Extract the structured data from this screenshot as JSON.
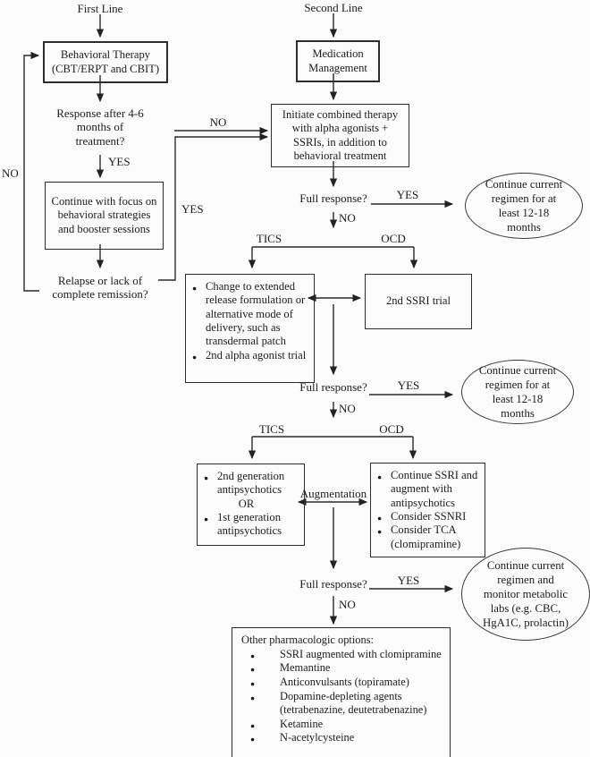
{
  "colors": {
    "ink": "#1c1c1c",
    "line": "#2a2a2a",
    "background": "#fcfcfc"
  },
  "labels": {
    "first_line": "First Line",
    "second_line": "Second Line",
    "no": "NO",
    "yes": "YES",
    "tics": "TICS",
    "ocd": "OCD",
    "augmentation": "Augmentation",
    "full_response": "Full response?"
  },
  "nodes": {
    "behavioral_therapy": "Behavioral Therapy (CBT/ERPT and CBIT)",
    "medication_management": "Medication Management",
    "response_question": "Response after 4-6 months of treatment?",
    "continue_behavioral": "Continue with focus on behavioral strategies and booster sessions",
    "relapse_question": "Relapse or lack of complete remission?",
    "initiate_combined": "Initiate combined therapy with alpha agonists + SSRIs, in addition to behavioral treatment",
    "tics_first": {
      "bullets": [
        "Change to extended release formulation or alternative mode of delivery, such as transdermal patch",
        "2nd alpha agonist trial"
      ]
    },
    "ssri_trial": "2nd SSRI trial",
    "tics_second": {
      "bullet1": "2nd generation antipsychotics",
      "or": "OR",
      "bullet2": "1st generation antipsychotics"
    },
    "ocd_second": {
      "bullets": [
        "Continue SSRI and augment with antipsychotics",
        "Consider SSNRI",
        "Consider TCA (clomipramine)"
      ]
    },
    "other_options": {
      "title": "Other pharmacologic options:",
      "bullets": [
        "SSRI augmented with clomipramine",
        "Memantine",
        "Anticonvulsants (topiramate)",
        "Dopamine-depleting agents (tetrabenazine, deutetrabenazine)",
        "Ketamine",
        "N-acetylcysteine"
      ]
    },
    "oval_regimen_1": "Continue current regimen for at least 12-18 months",
    "oval_regimen_2": "Continue current regimen for at least 12-18 months",
    "oval_metabolic": "Continue current regimen and monitor metabolic labs (e.g. CBC, HgA1C, prolactin)"
  }
}
